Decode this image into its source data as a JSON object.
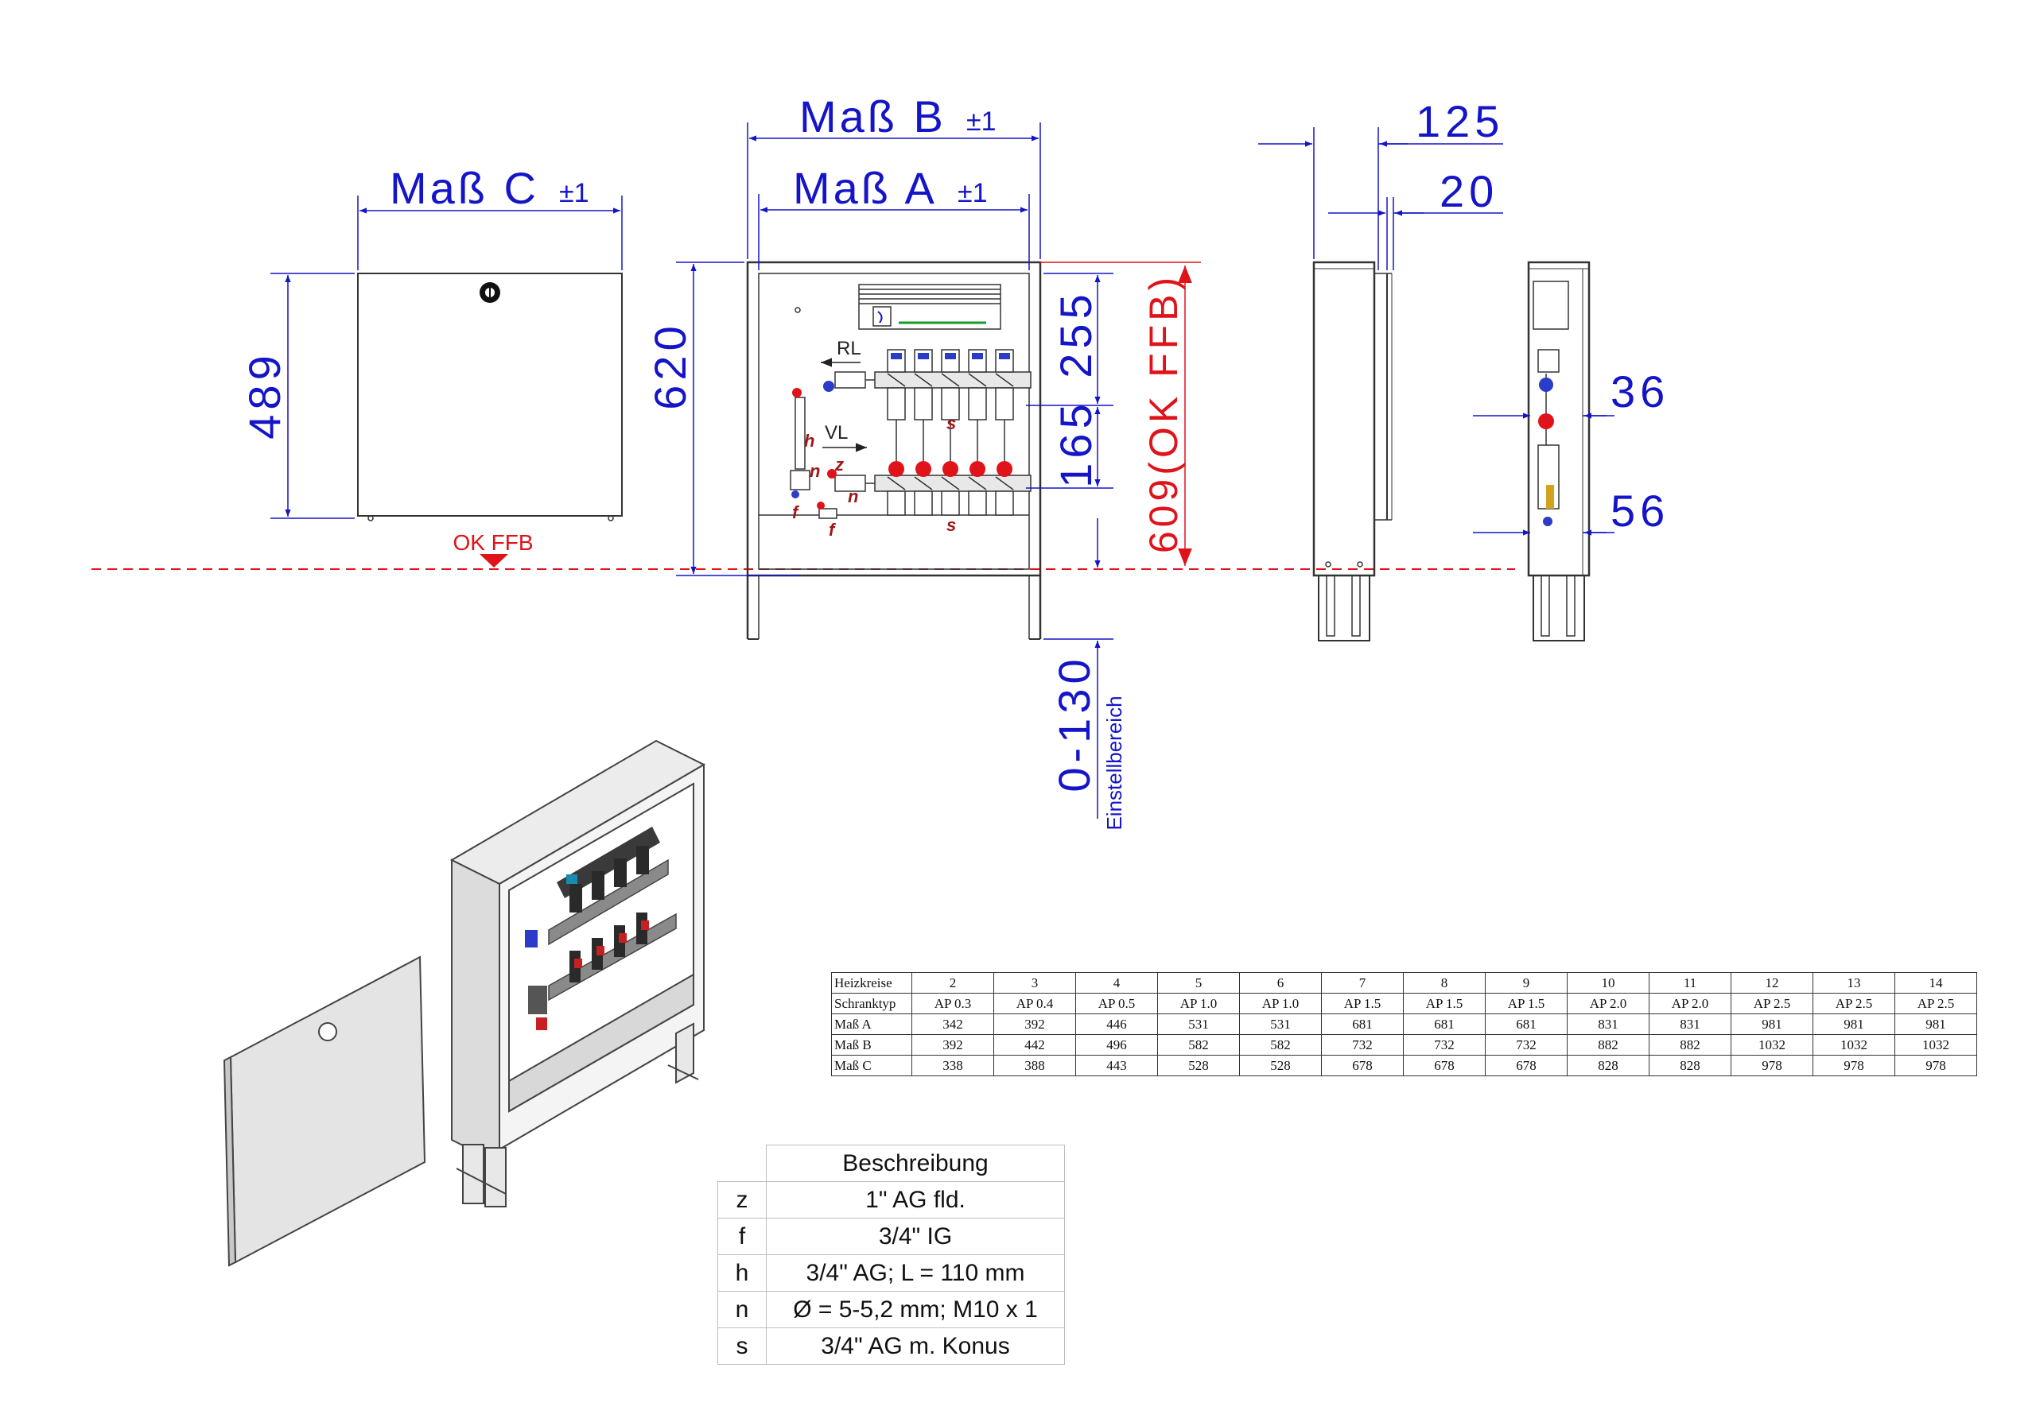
{
  "dimensions": {
    "mass_c": "Maß C",
    "mass_b": "Maß B",
    "mass_a": "Maß A",
    "tolerance": "±1",
    "depth_total": "125",
    "depth_door": "20",
    "height_door": "489",
    "height_cabinet": "620",
    "manifold_top": "255",
    "manifold_spacing": "165",
    "height_ok_ffb": "609(OK FFB)",
    "leg_range": "0-130",
    "leg_range_label": "Einstellbereich",
    "side_offset_top": "36",
    "side_offset_bottom": "56"
  },
  "labels": {
    "ok_ffb": "OK FFB",
    "return": "RL",
    "flow": "VL",
    "marks": [
      "h",
      "n",
      "z",
      "n",
      "f",
      "f",
      "s",
      "s"
    ]
  },
  "colors": {
    "dimension": "#1414c8",
    "reference": "#e0121a",
    "outline": "#333333"
  },
  "spec_table": {
    "rows": [
      {
        "label": "Heizkreise",
        "values": [
          "2",
          "3",
          "4",
          "5",
          "6",
          "7",
          "8",
          "9",
          "10",
          "11",
          "12",
          "13",
          "14"
        ]
      },
      {
        "label": "Schranktyp",
        "values": [
          "AP 0.3",
          "AP 0.4",
          "AP 0.5",
          "AP 1.0",
          "AP 1.0",
          "AP 1.5",
          "AP 1.5",
          "AP 1.5",
          "AP 2.0",
          "AP 2.0",
          "AP 2.5",
          "AP 2.5",
          "AP 2.5"
        ]
      },
      {
        "label": "Maß A",
        "values": [
          "342",
          "392",
          "446",
          "531",
          "531",
          "681",
          "681",
          "681",
          "831",
          "831",
          "981",
          "981",
          "981"
        ]
      },
      {
        "label": "Maß B",
        "values": [
          "392",
          "442",
          "496",
          "582",
          "582",
          "732",
          "732",
          "732",
          "882",
          "882",
          "1032",
          "1032",
          "1032"
        ]
      },
      {
        "label": "Maß C",
        "values": [
          "338",
          "388",
          "443",
          "528",
          "528",
          "678",
          "678",
          "678",
          "828",
          "828",
          "978",
          "978",
          "978"
        ]
      }
    ]
  },
  "description_table": {
    "title": "Beschreibung",
    "rows": [
      {
        "key": "z",
        "value": "1\" AG fld."
      },
      {
        "key": "f",
        "value": "3/4\" IG"
      },
      {
        "key": "h",
        "value": "3/4\" AG; L = 110 mm"
      },
      {
        "key": "n",
        "value": "Ø = 5-5,2 mm; M10 x 1"
      },
      {
        "key": "s",
        "value": "3/4\" AG m. Konus"
      }
    ]
  }
}
